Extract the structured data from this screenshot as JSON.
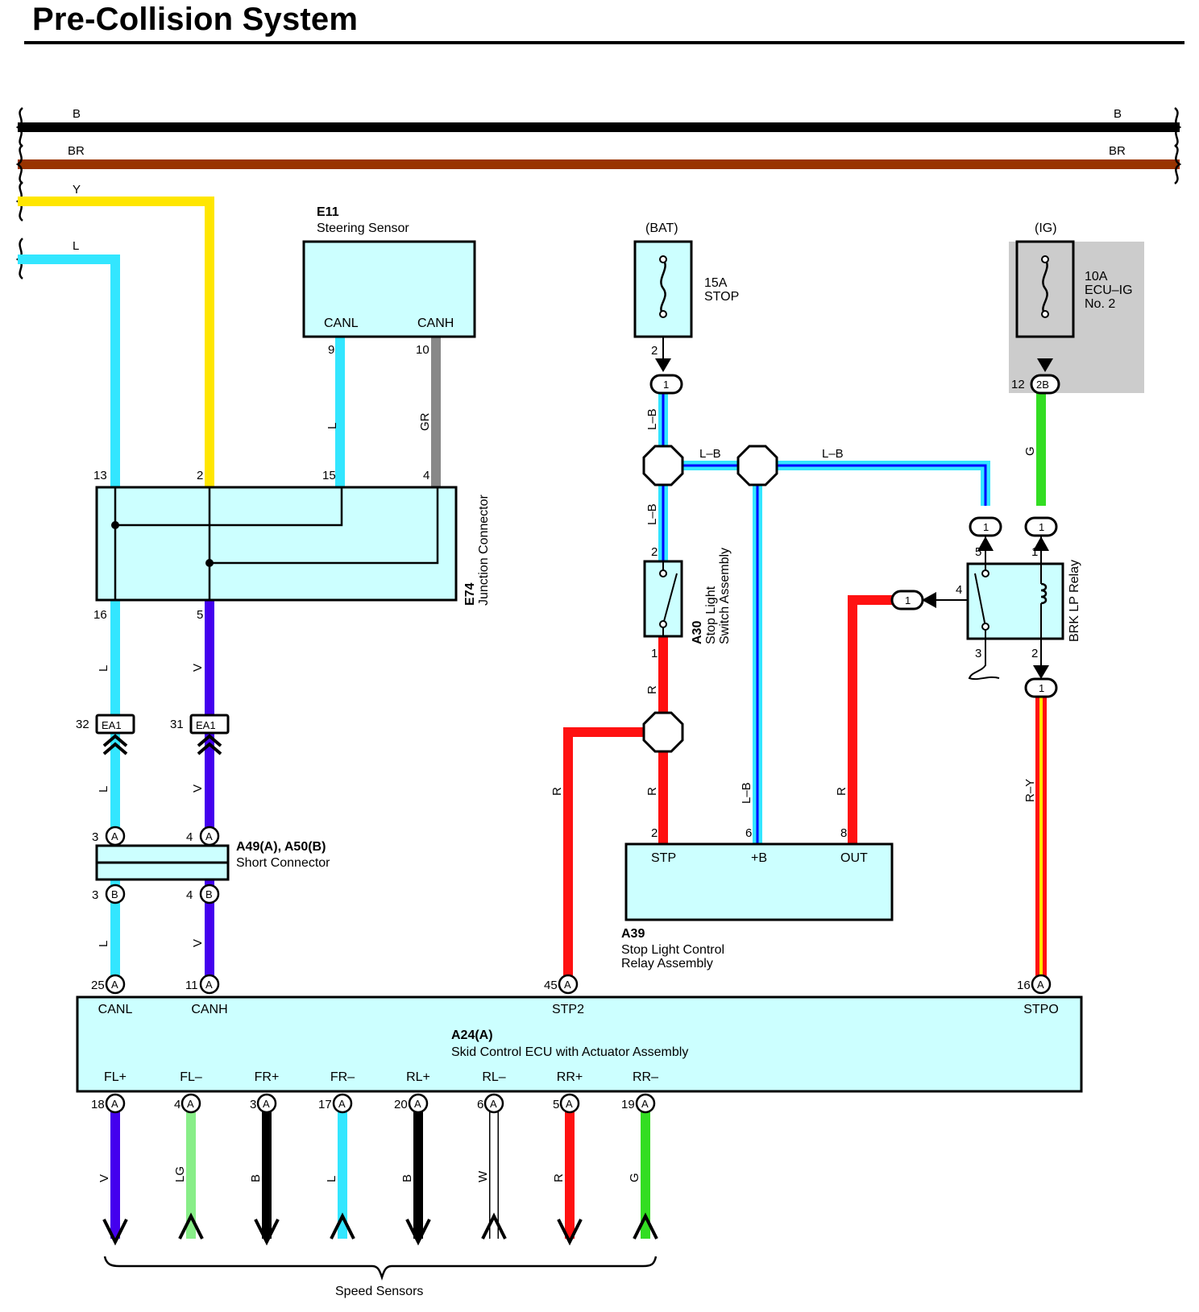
{
  "title": "Pre-Collision System",
  "colors": {
    "box_fill": "#ccffff",
    "shade": "#cccccc",
    "B": "#000000",
    "BR": "#993300",
    "Y": "#ffe600",
    "L": "#33e6ff",
    "V": "#4400ee",
    "GR": "#888888",
    "R": "#ff1111",
    "G": "#33dd22",
    "LG": "#88ee88",
    "W": "#ffffff"
  },
  "wire_codes": {
    "B": "B",
    "BR": "BR",
    "Y": "Y",
    "L": "L",
    "V": "V",
    "GR": "GR",
    "LB": "L–B",
    "R": "R",
    "G": "G",
    "RY": "R–Y",
    "LG": "LG",
    "W": "W"
  },
  "components": {
    "e11": {
      "id": "E11",
      "name": "Steering Sensor",
      "terms": [
        "CANL",
        "CANH"
      ],
      "pins": [
        "9",
        "10"
      ]
    },
    "e74": {
      "id": "E74",
      "name": "Junction Connector",
      "pins": [
        "13",
        "2",
        "15",
        "4",
        "16",
        "5"
      ]
    },
    "ea1": {
      "code": "EA1",
      "pins": [
        "32",
        "31"
      ]
    },
    "a49": {
      "id": "A49(A), A50(B)",
      "name": "Short Connector",
      "pins_a": [
        "3",
        "4"
      ],
      "pins_b": [
        "3",
        "4"
      ],
      "a": "A",
      "b": "B"
    },
    "fuse_stop": {
      "source": "(BAT)",
      "rating": "15A",
      "name": "STOP",
      "pin": "2"
    },
    "fuse_ecu": {
      "source": "(IG)",
      "rating": "10A",
      "name1": "ECU–IG",
      "name2": "No. 2",
      "pin": "12",
      "junction": "2B"
    },
    "a30": {
      "id": "A30",
      "name1": "Stop Light",
      "name2": "Switch Assembly",
      "pins": [
        "2",
        "1"
      ]
    },
    "relay": {
      "name": "BRK LP Relay",
      "pins": [
        "5",
        "1",
        "4",
        "3",
        "2"
      ]
    },
    "a39": {
      "id": "A39",
      "name1": "Stop Light Control",
      "name2": "Relay Assembly",
      "terms": [
        "STP",
        "+B",
        "OUT"
      ],
      "pins": [
        "2",
        "6",
        "8"
      ]
    },
    "a24": {
      "id": "A24(A)",
      "name": "Skid Control ECU with Actuator Assembly",
      "top_terms": [
        "CANL",
        "CANH",
        "STP2",
        "STPO"
      ],
      "top_pins": [
        "25",
        "11",
        "45",
        "16"
      ],
      "bottom_terms": [
        "FL+",
        "FL–",
        "FR+",
        "FR–",
        "RL+",
        "RL–",
        "RR+",
        "RR–"
      ],
      "bottom_pins": [
        "18",
        "4",
        "3",
        "17",
        "20",
        "6",
        "5",
        "19"
      ],
      "connector": "A"
    }
  },
  "connector_one": "1",
  "speed_sensors": "Speed Sensors"
}
